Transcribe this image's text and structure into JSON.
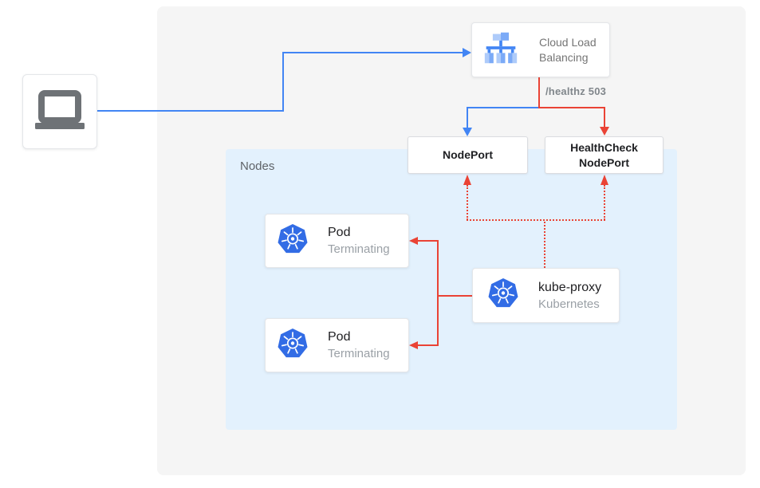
{
  "colors": {
    "blue_line": "#4285F4",
    "red_line": "#EA4335",
    "k8s_icon_blue": "#326CE5",
    "nodes_bg": "#E3F1FD",
    "canvas_bg": "#F5F5F5",
    "lb_icon_light": "#AECBFA",
    "lb_icon_mid": "#7BAAF7",
    "lb_icon_dark": "#4285F4",
    "laptop_icon_gray": "#6E7276"
  },
  "icons": {
    "client": "laptop-icon",
    "load_balancer": "cloud-load-balancing-icon",
    "pod": "kubernetes-icon",
    "kube_proxy": "kubernetes-icon"
  },
  "load_balancer": {
    "label_line1": "Cloud Load",
    "label_line2": "Balancing"
  },
  "health_path_label": "/healthz 503",
  "nodes_group": {
    "label": "Nodes"
  },
  "node_port": {
    "label": "NodePort"
  },
  "health_check_node_port": {
    "label_line1": "HealthCheck",
    "label_line2": "NodePort"
  },
  "pods": [
    {
      "title": "Pod",
      "status": "Terminating"
    },
    {
      "title": "Pod",
      "status": "Terminating"
    }
  ],
  "kube_proxy": {
    "title": "kube-proxy",
    "subtitle": "Kubernetes"
  }
}
